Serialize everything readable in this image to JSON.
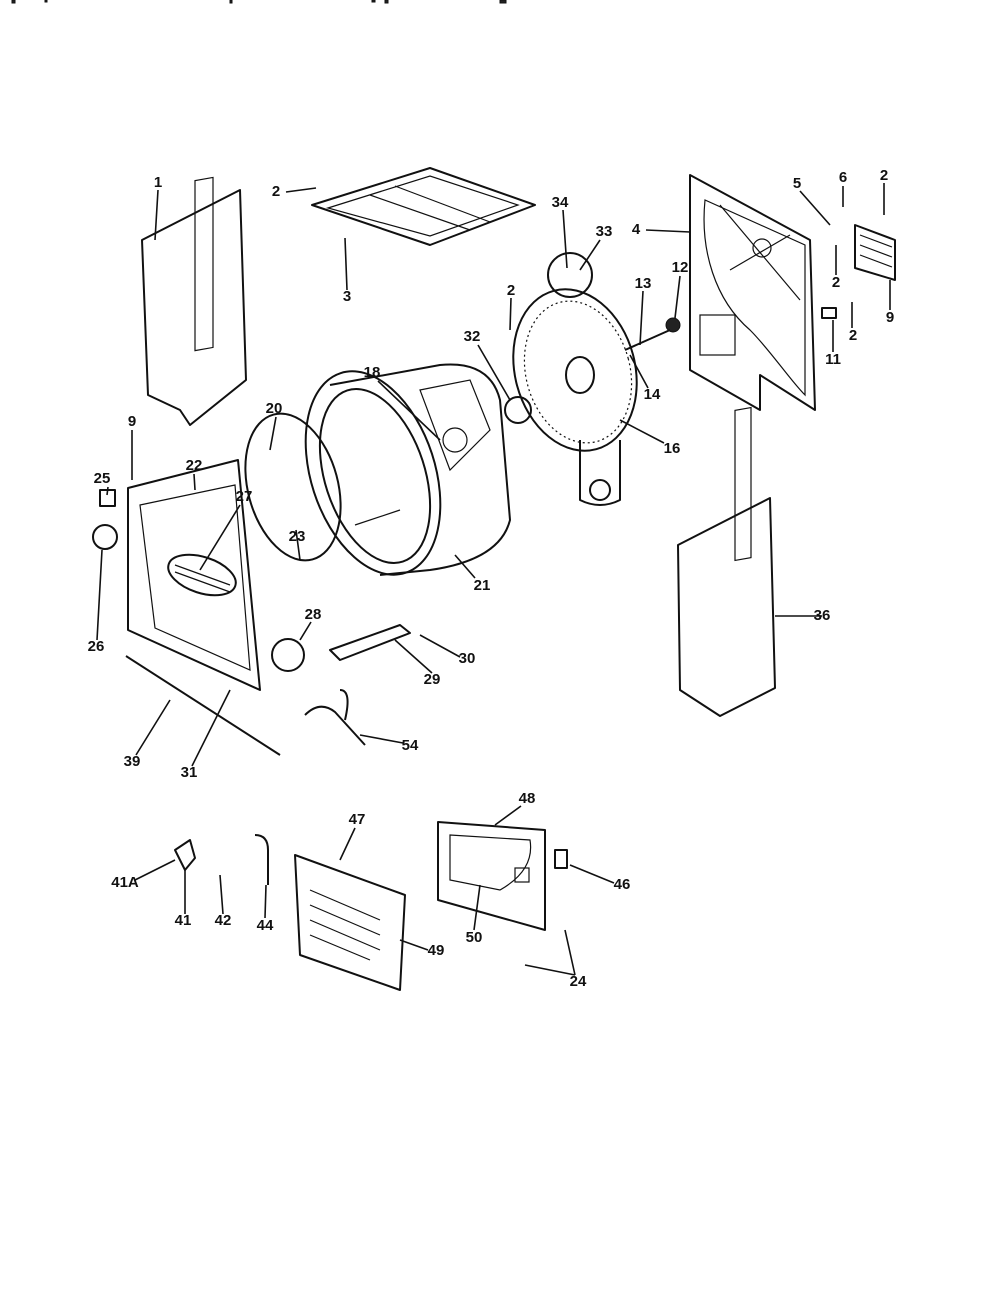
{
  "diagram": {
    "type": "exploded-parts-diagram",
    "labels": [
      "1",
      "2",
      "3",
      "34",
      "33",
      "4",
      "5",
      "6",
      "2",
      "2",
      "9",
      "2",
      "11",
      "12",
      "13",
      "14",
      "2",
      "32",
      "18",
      "20",
      "16",
      "9",
      "22",
      "27",
      "25",
      "23",
      "21",
      "26",
      "28",
      "30",
      "29",
      "36",
      "39",
      "54",
      "31",
      "48",
      "47",
      "41A",
      "46",
      "41",
      "42",
      "44",
      "49",
      "50",
      "24"
    ]
  }
}
